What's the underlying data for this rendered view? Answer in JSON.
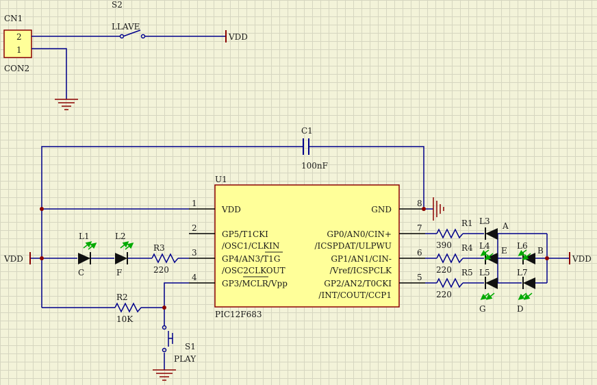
{
  "colors": {
    "wire": "#00008b",
    "pin": "#000000",
    "chip_fill": "#ffff99",
    "chip_border": "#8b0000",
    "port": "#8b0000",
    "junction": "#8b0000",
    "led_arrow": "#00aa00",
    "resistor": "#00008b"
  },
  "connector": {
    "designator": "CN1",
    "part": "CON2",
    "pins": [
      "2",
      "1"
    ]
  },
  "switch_top": {
    "designator": "S2",
    "value": "LLAVE"
  },
  "power": {
    "vdd_label": "VDD"
  },
  "capacitor": {
    "designator": "C1",
    "value": "100nF"
  },
  "ic": {
    "designator": "U1",
    "part": "PIC12F683",
    "left_pins": [
      {
        "num": "1",
        "name": "VDD"
      },
      {
        "num": "2",
        "name_line1": "GP5/T1CKI",
        "name_line2": "/OSC1/CLKIN"
      },
      {
        "num": "3",
        "name_line1": "GP4/AN3/T1G",
        "name_line2": "/OSC2CLKOUT"
      },
      {
        "num": "4",
        "name": "GP3/MCLR/Vpp"
      }
    ],
    "right_pins": [
      {
        "num": "8",
        "name": "GND"
      },
      {
        "num": "7",
        "name_line1": "GP0/AN0/CIN+",
        "name_line2": "/ICSPDAT/ULPWU"
      },
      {
        "num": "6",
        "name_line1": "GP1/AN1/CIN-",
        "name_line2": "/Vref/ICSPCLK"
      },
      {
        "num": "5",
        "name_line1": "GP2/AN2/T0CKI",
        "name_line2": "/INT/COUT/CCP1"
      }
    ]
  },
  "leds_left": [
    {
      "designator": "L1",
      "segment": "C"
    },
    {
      "designator": "L2",
      "segment": "F"
    }
  ],
  "resistors": [
    {
      "designator": "R3",
      "value": "220"
    },
    {
      "designator": "R2",
      "value": "10K"
    },
    {
      "designator": "R1",
      "value": "390"
    },
    {
      "designator": "R4",
      "value": "220"
    },
    {
      "designator": "R5",
      "value": "220"
    }
  ],
  "leds_right": [
    {
      "designator": "L3",
      "segment": "A"
    },
    {
      "designator": "L4",
      "segment": "E"
    },
    {
      "designator": "L6",
      "segment": "B"
    },
    {
      "designator": "L5",
      "segment": "G"
    },
    {
      "designator": "L7",
      "segment": "D"
    }
  ],
  "switch_bottom": {
    "designator": "S1",
    "value": "PLAY"
  }
}
